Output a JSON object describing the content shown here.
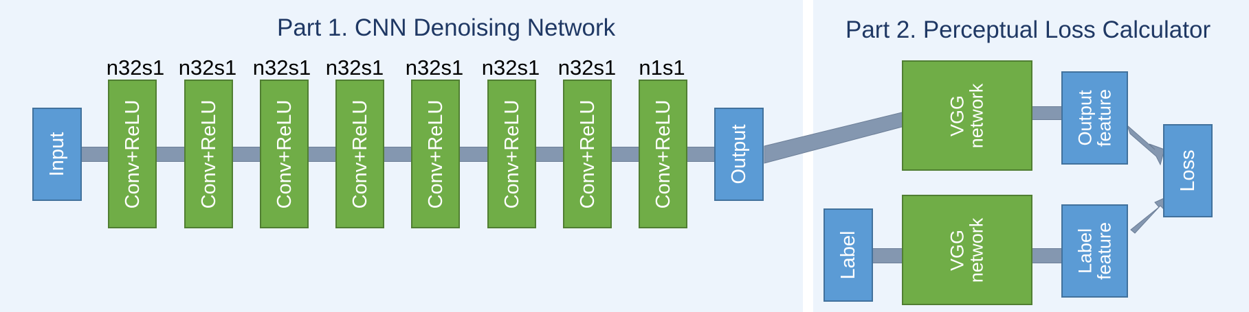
{
  "part1": {
    "title": "Part 1. CNN Denoising Network"
  },
  "part2": {
    "title": "Part 2. Perceptual Loss Calculator"
  },
  "input_label": "Input",
  "output_label": "Output",
  "layers": [
    {
      "params": "n32s1",
      "label": "Conv+ReLU"
    },
    {
      "params": "n32s1",
      "label": "Conv+ReLU"
    },
    {
      "params": "n32s1",
      "label": "Conv+ReLU"
    },
    {
      "params": "n32s1",
      "label": "Conv+ReLU"
    },
    {
      "params": "n32s1",
      "label": "Conv+ReLU"
    },
    {
      "params": "n32s1",
      "label": "Conv+ReLU"
    },
    {
      "params": "n32s1",
      "label": "Conv+ReLU"
    },
    {
      "params": "n1s1",
      "label": "Conv+ReLU"
    }
  ],
  "vgg_top": {
    "line1": "VGG",
    "line2": "network"
  },
  "vgg_bottom": {
    "line1": "VGG",
    "line2": "network"
  },
  "output_feature": {
    "line1": "Output",
    "line2": "feature"
  },
  "label_feature": {
    "line1": "Label",
    "line2": "feature"
  },
  "label_input": "Label",
  "loss": "Loss",
  "colors": {
    "conv": "#70ad47",
    "io": "#5b9bd5",
    "connector": "#8497b0",
    "title": "#1f3864",
    "panel": "#edf4fc"
  }
}
